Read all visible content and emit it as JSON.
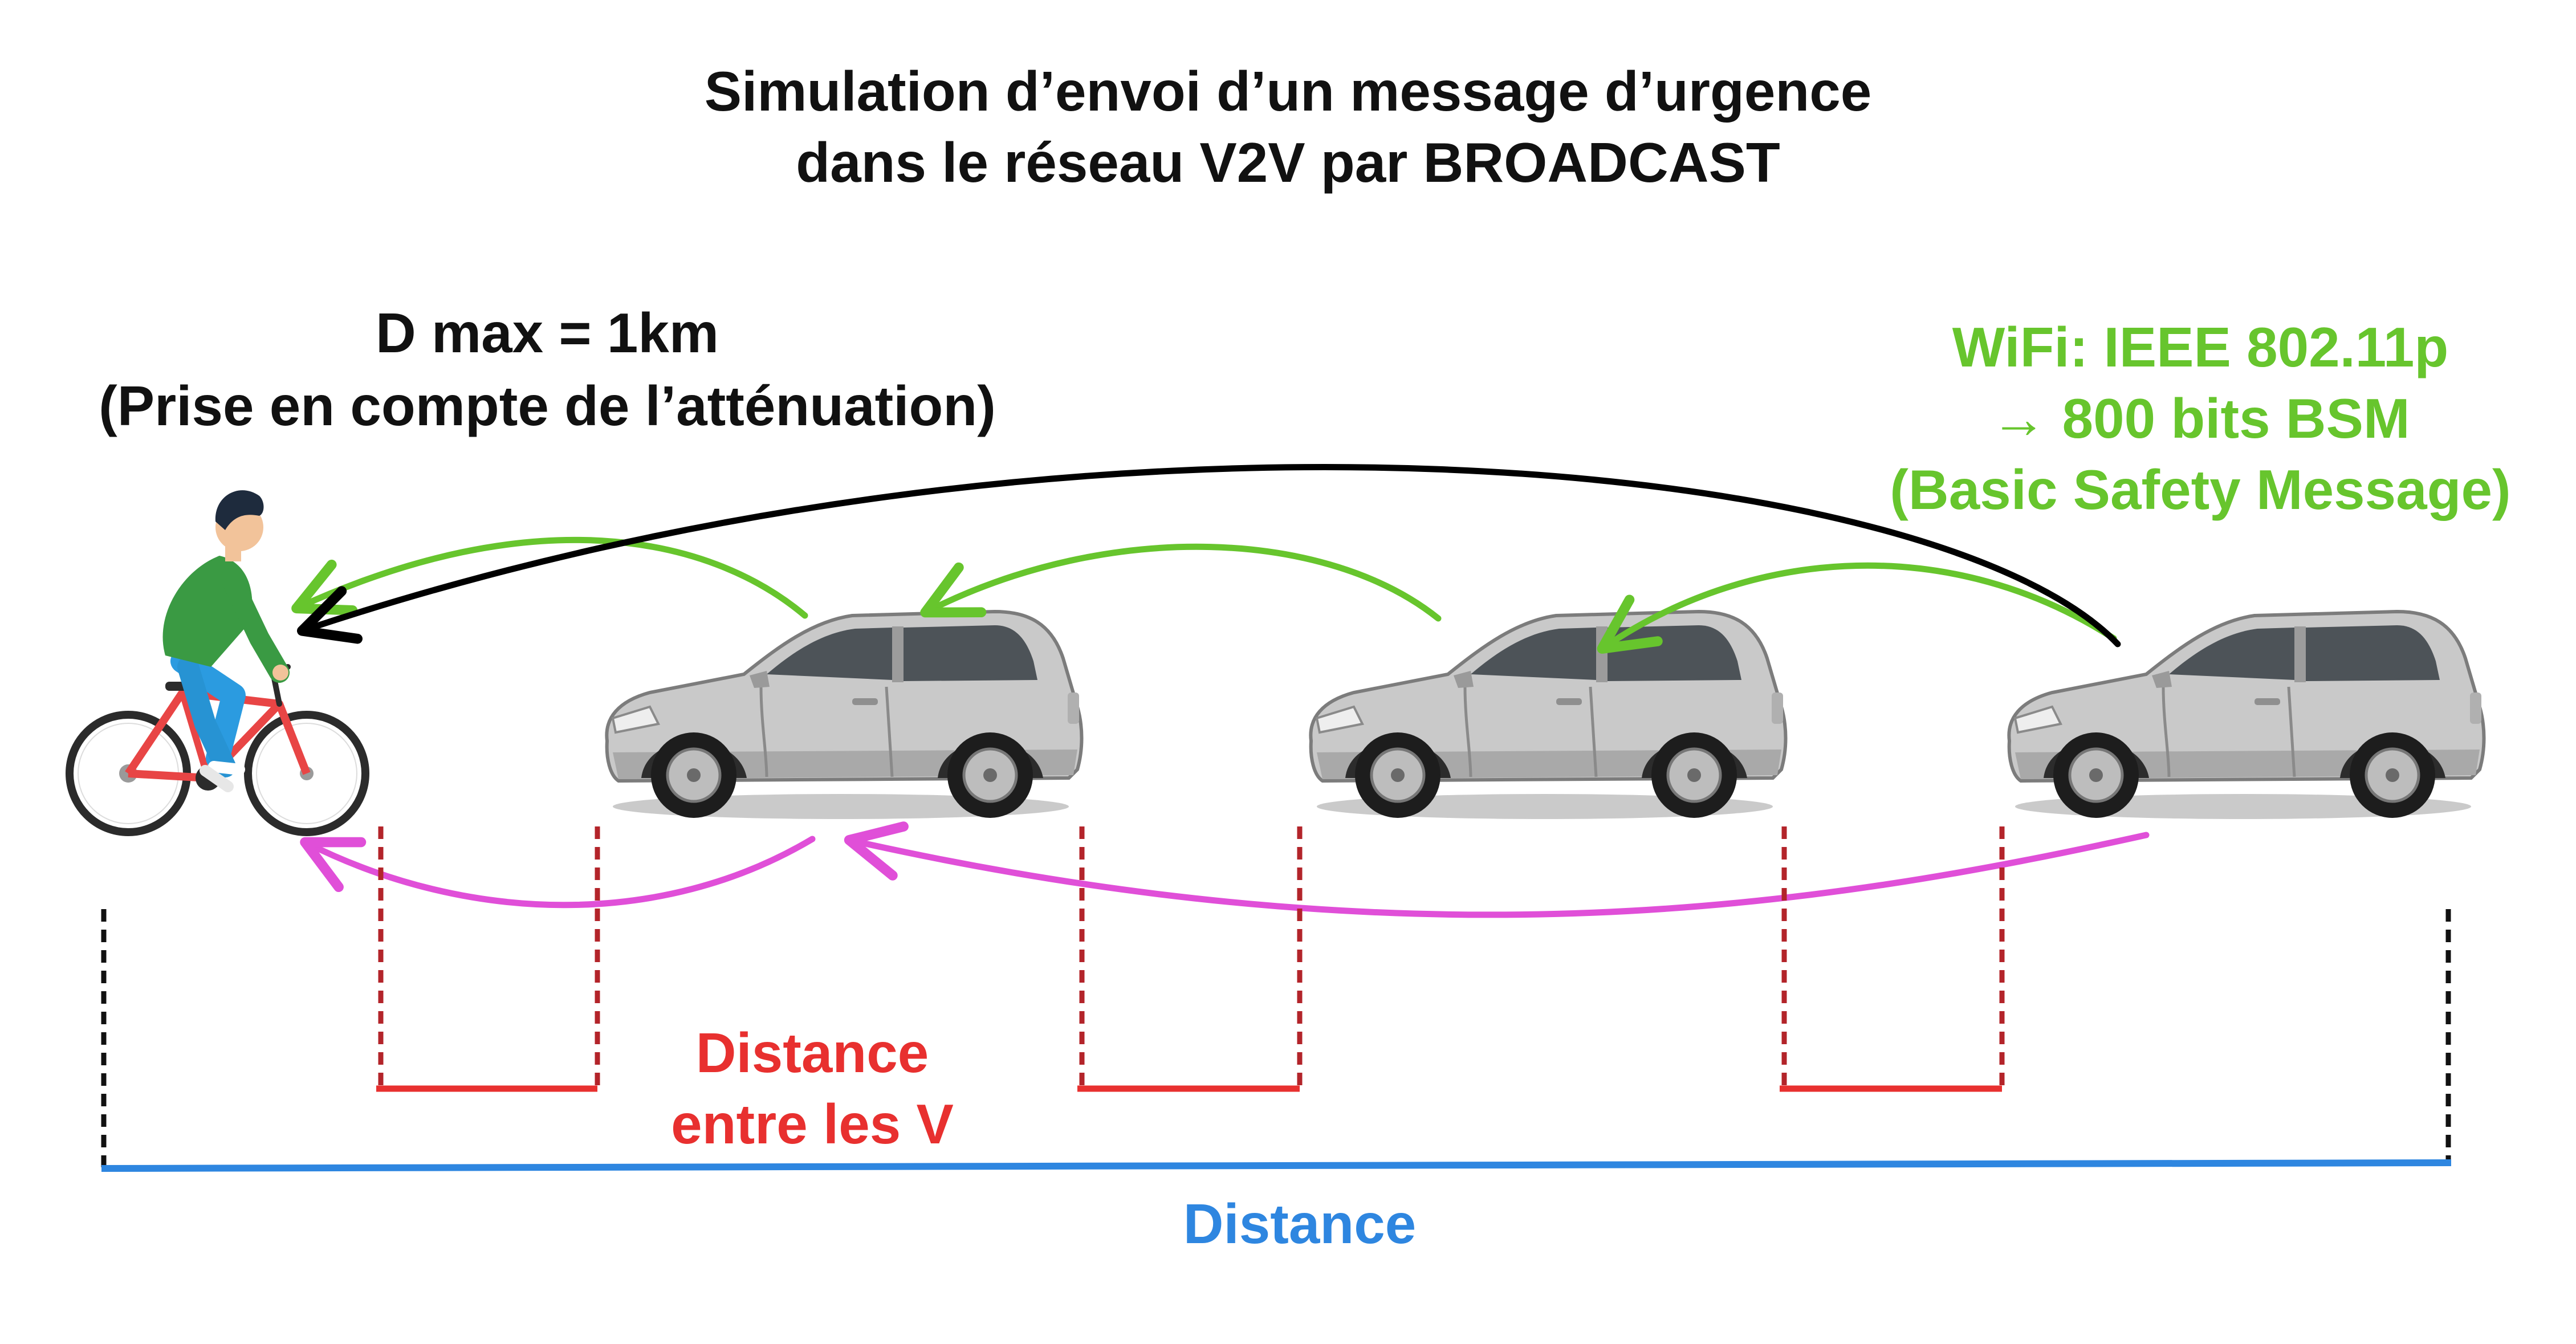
{
  "title": {
    "line1": "Simulation d’envoi d’un message d’urgence",
    "line2": "dans le réseau V2V par BROADCAST"
  },
  "range_note": {
    "line1": "D max = 1km",
    "line2": "(Prise en compte de l’atténuation)"
  },
  "protocol_note": {
    "line1": "WiFi: IEEE 802.11p",
    "line2": "→ 800 bits BSM",
    "line3": "(Basic Safety Message)"
  },
  "gap_label": {
    "line1": "Distance",
    "line2": "entre les V"
  },
  "total_label": "Distance",
  "colors": {
    "broadcast_hop": "#67c52d",
    "direct_link": "#000000",
    "return_path": "#e04fd8",
    "gap_bracket": "#e8302f",
    "gap_marker": "#b3242a",
    "total_distance": "#2e86e0",
    "car_body": "#c9c9c9",
    "cyclist_shirt": "#3a9a43",
    "cyclist_trousers": "#2b9be0",
    "bicycle_frame": "#e84545"
  },
  "icons": [
    "cyclist-icon",
    "car-icon"
  ]
}
